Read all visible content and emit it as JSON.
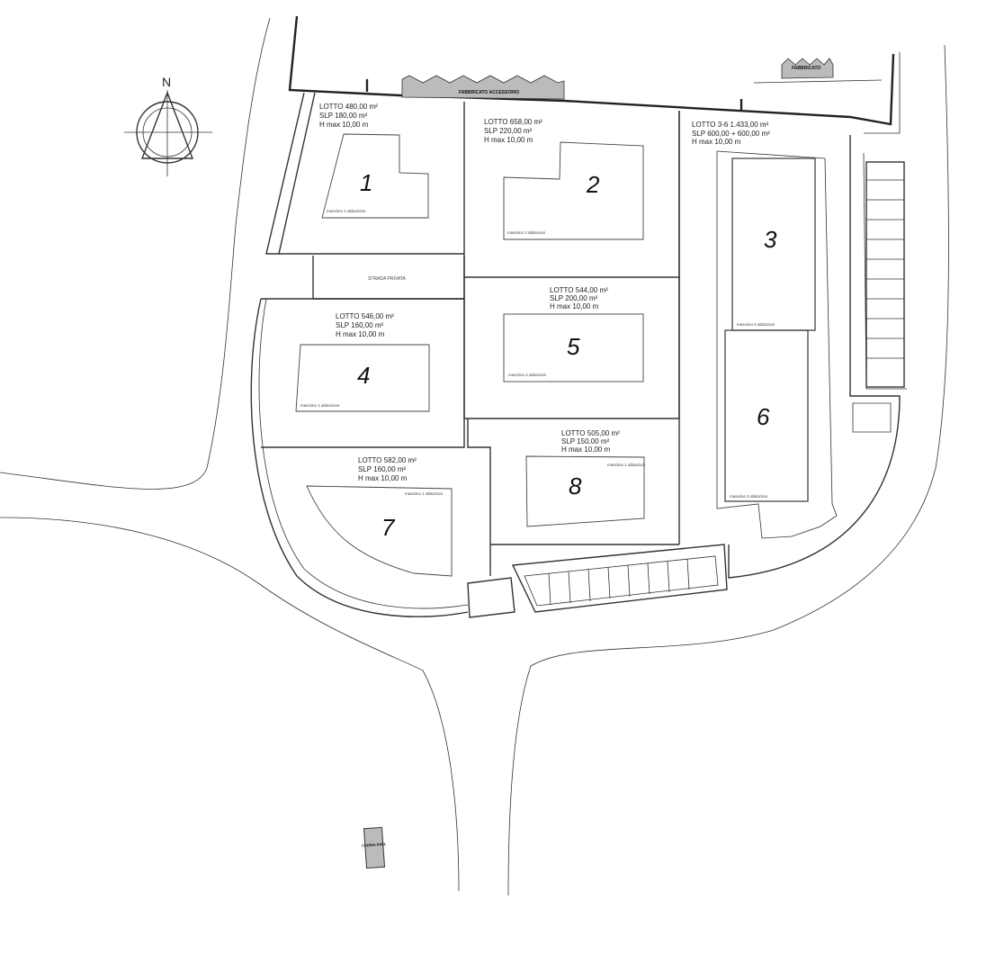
{
  "north_label": "N",
  "buildings": {
    "accessory": "FABBRICATO ACCESSORIO",
    "existing": "FABBRICATO",
    "cabin": "CABINA ENEL"
  },
  "road_label": "STRADA PRIVATA",
  "lots": [
    {
      "number": "1",
      "area": "LOTTO 480,00 m²",
      "slp": "SLP 180,00 m²",
      "hmax": "H max 10,00 m",
      "note": "massimo 1 abitazione"
    },
    {
      "number": "2",
      "area": "LOTTO 658,00 m²",
      "slp": "SLP 220,00 m²",
      "hmax": "H max 10,00 m",
      "note": "massimo 2 abitazioni"
    },
    {
      "number": "3",
      "note": "massimo 5 abitazioni"
    },
    {
      "number": "4",
      "area": "LOTTO 546,00 m²",
      "slp": "SLP 160,00 m²",
      "hmax": "H max 10,00 m",
      "note": "massimo 1 abitazione"
    },
    {
      "number": "5",
      "area": "LOTTO 544,00 m²",
      "slp": "SLP 200,00 m²",
      "hmax": "H max 10,00 m",
      "note": "massimo 2 abitazioni"
    },
    {
      "number": "6",
      "note": "massimo 5 abitazioni"
    },
    {
      "number": "7",
      "area": "LOTTO 582,00 m²",
      "slp": "SLP 160,00 m²",
      "hmax": "H max 10,00 m",
      "note": "massimo 1 abitazioni"
    },
    {
      "number": "8",
      "area": "LOTTO 505,00 m²",
      "slp": "SLP 150,00 m²",
      "hmax": "H max 10,00 m",
      "note": "massimo 1 abitazioni"
    }
  ],
  "lot_3_6": {
    "area": "LOTTO 3-6  1.433,00 m²",
    "slp": "SLP 600,00 + 600,00 m²",
    "hmax": "H max 10,00 m"
  }
}
